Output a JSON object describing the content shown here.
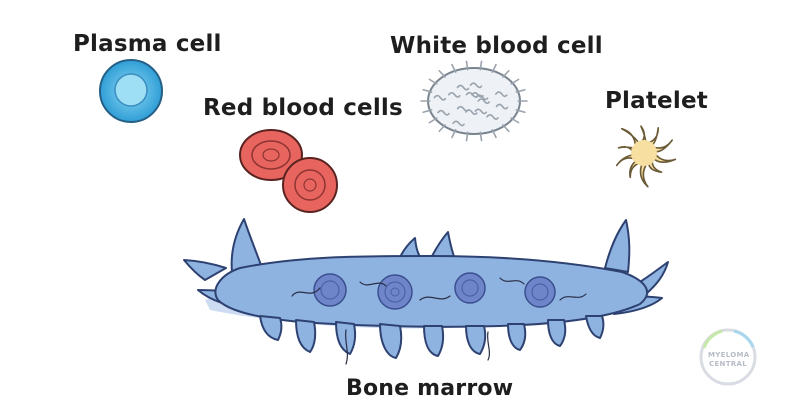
{
  "labels": {
    "plasma_cell": "Plasma cell",
    "red_blood_cells": "Red blood cells",
    "white_blood_cell": "White blood cell",
    "platelet": "Platelet",
    "bone_marrow": "Bone marrow"
  },
  "logo": {
    "line1": "MYELOMA",
    "line2": "CENTRAL"
  },
  "colors": {
    "plasma_cell": "#3aa7d9",
    "red_blood_cell": "#e8655f",
    "white_blood_cell": "#eef2f6",
    "platelet": "#f7dfa2",
    "bone_marrow": "#8fb3e0",
    "bone_marrow_nucleus": "#6e86c9"
  }
}
